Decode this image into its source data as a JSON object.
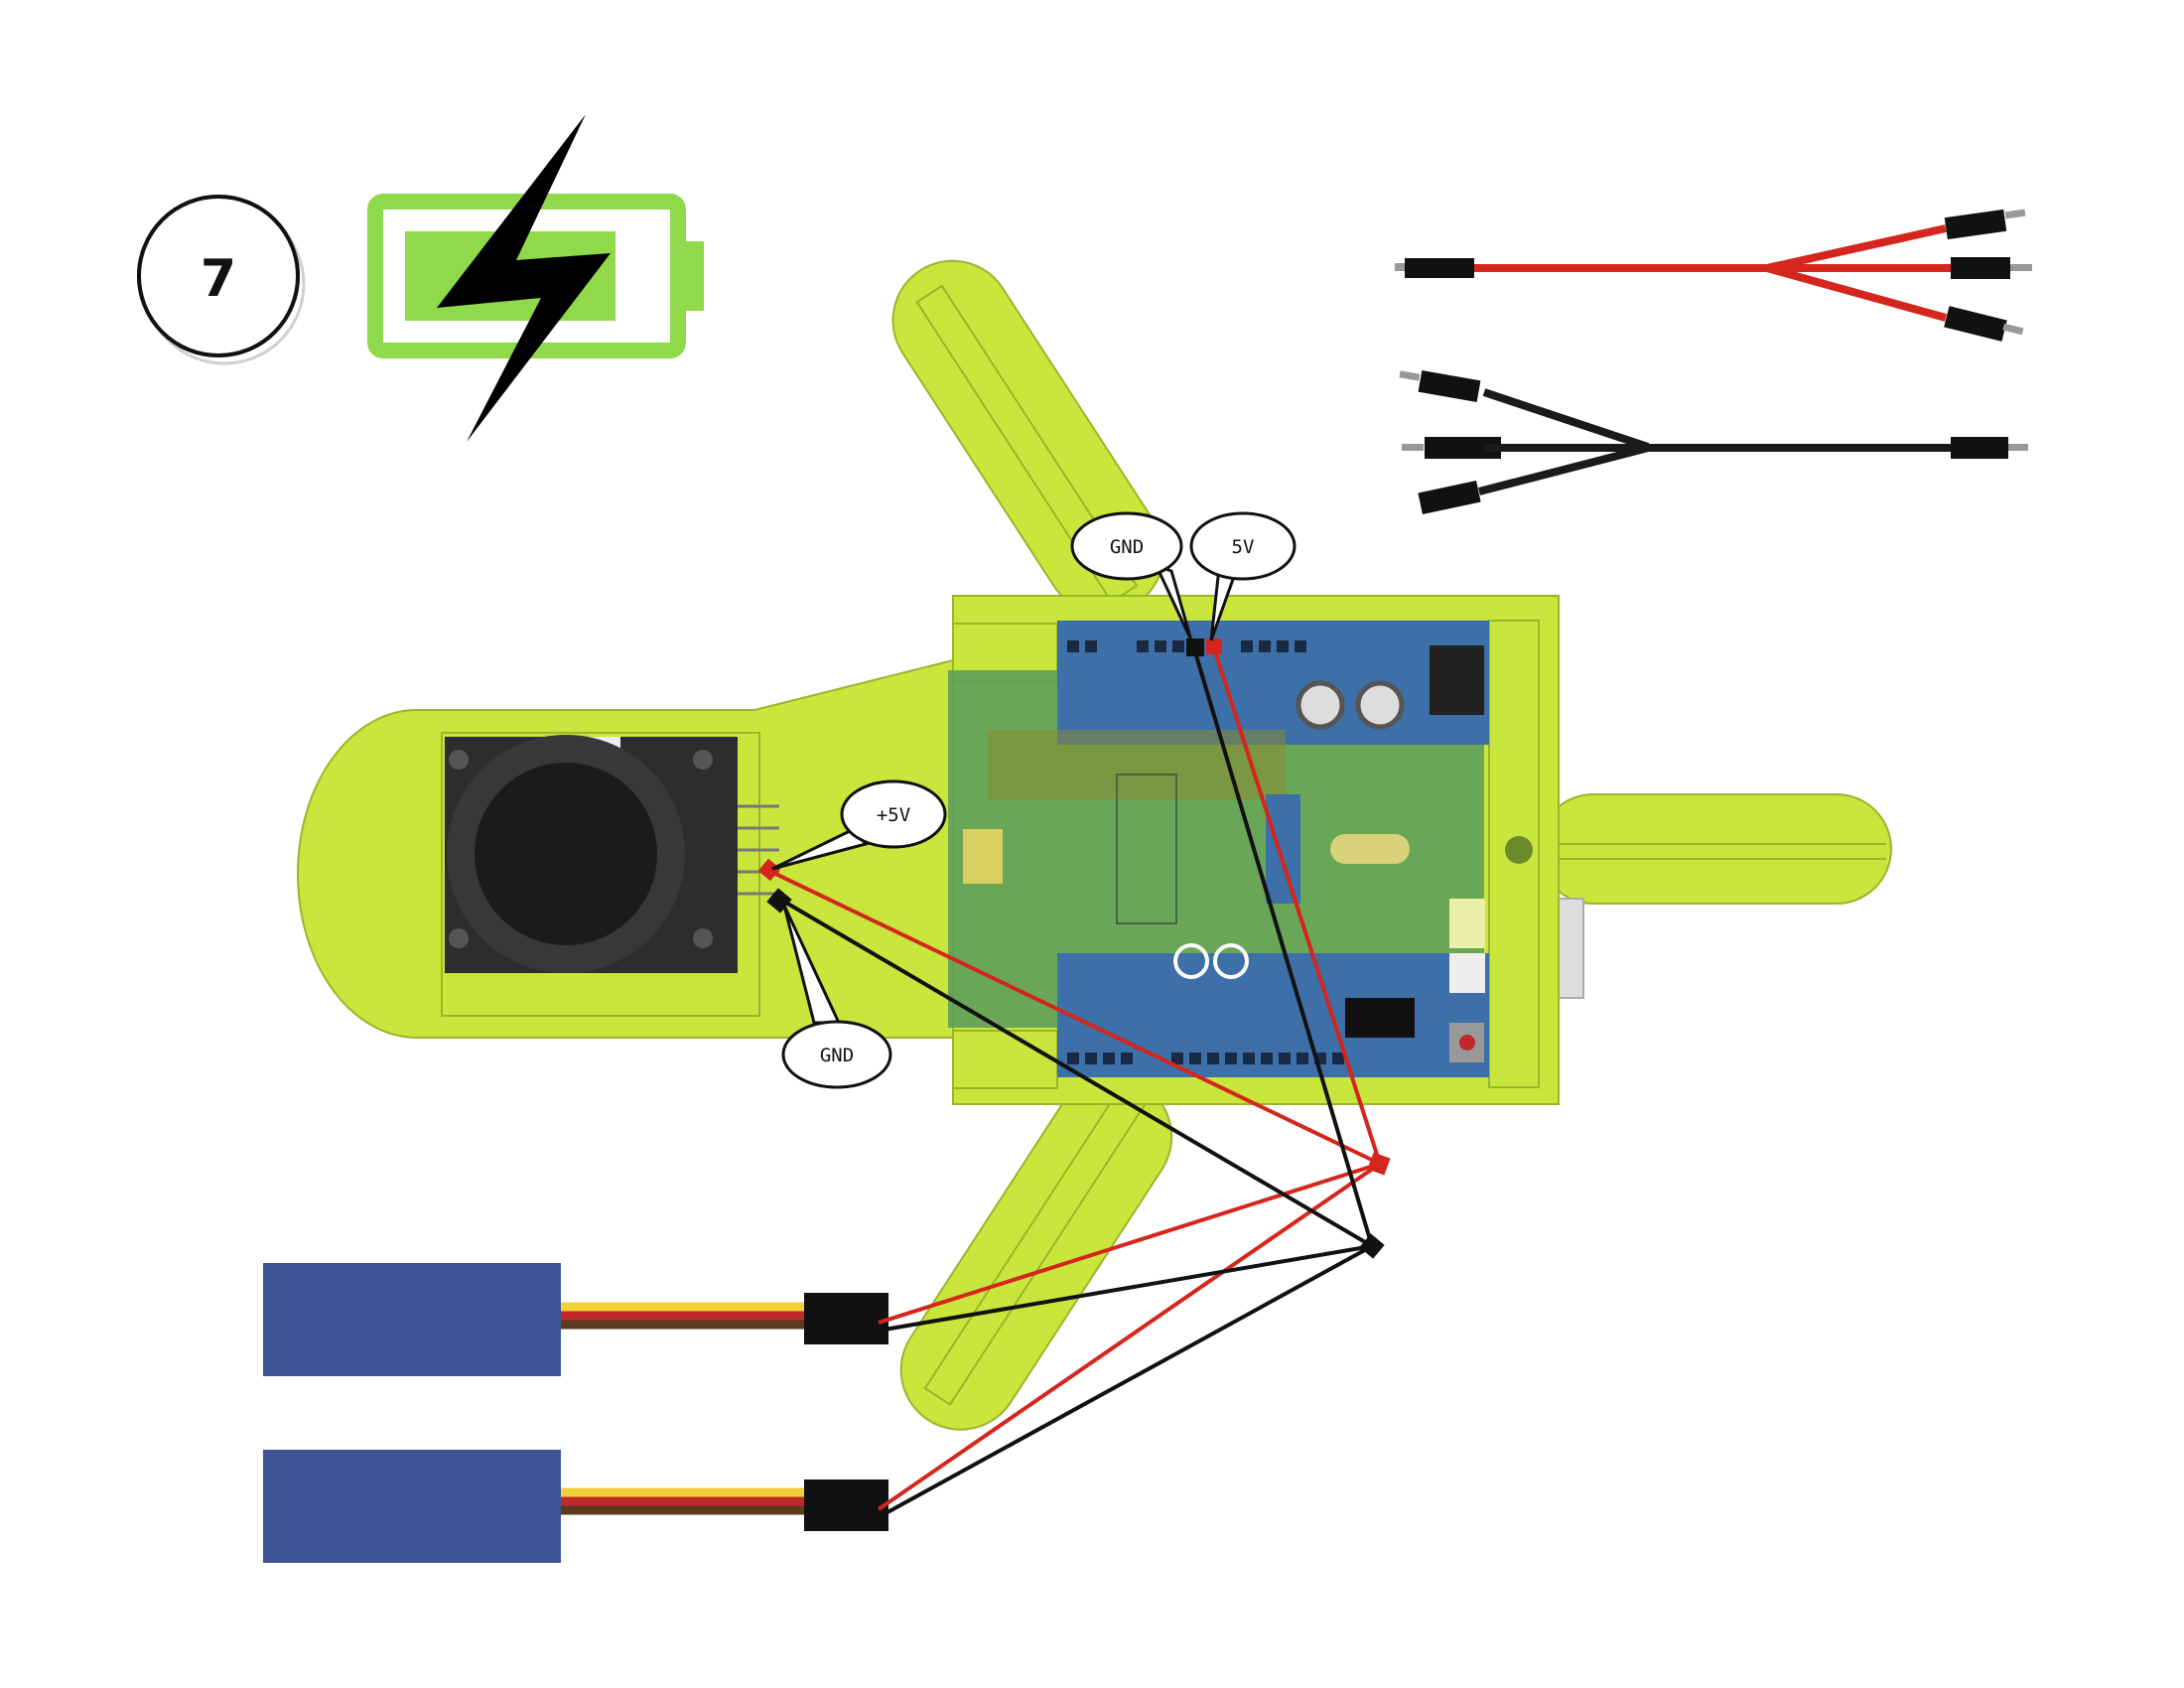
{
  "step": {
    "number": "7"
  },
  "icons": {
    "battery": "battery-charging-icon",
    "bolt": "lightning-bolt-icon"
  },
  "labels": {
    "arduino_gnd": "GND",
    "arduino_5v": "5V",
    "joystick_5v": "+5V",
    "joystick_gnd": "GND"
  },
  "colors": {
    "chassis": "#c8e63c",
    "chassis_stroke": "#9bb52a",
    "board": "#3d6fa8",
    "battery_green": "#8fd94a",
    "wire_red": "#d4261c",
    "wire_black": "#111111",
    "servo_body": "#3f5399",
    "servo_yellow": "#f1d03a",
    "servo_brown": "#5b3a1e"
  },
  "components": {
    "servo_count": 2,
    "y_cable_count": 2
  }
}
